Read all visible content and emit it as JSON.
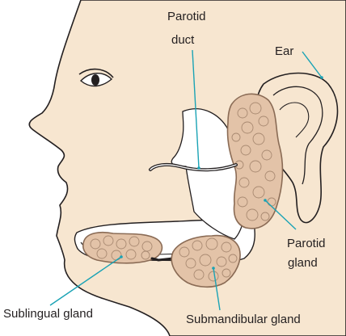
{
  "diagram": {
    "labels": {
      "parotid_duct": [
        "Parotid",
        "duct"
      ],
      "ear": "Ear",
      "parotid_gland": [
        "Parotid",
        "gland"
      ],
      "sublingual_gland": "Sublingual gland",
      "submandibular_gland": "Submandibular gland"
    },
    "colors": {
      "skin": "#f7e6d0",
      "outline": "#231f20",
      "gland_fill": "#e3c3a8",
      "gland_stroke": "#8a6b55",
      "cavity": "#ffffff",
      "leader_line": "#1aa3b5"
    }
  }
}
